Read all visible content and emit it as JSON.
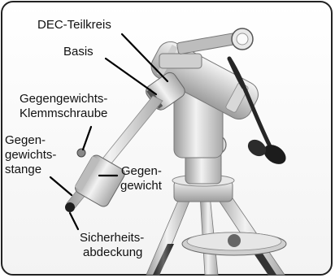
{
  "diagram": {
    "labels": {
      "dec_circle": "DEC-Teilkreis",
      "base": "Basis",
      "cw_lock_screw_line1": "Gegengewichts-",
      "cw_lock_screw_line2": "Klemmschraube",
      "cw_shaft_line1": "Gegen-",
      "cw_shaft_line2": "gewichts-",
      "cw_shaft_line3": "stange",
      "counterweight_line1": "Gegen-",
      "counterweight_line2": "gewicht",
      "safety_cap_line1": "Sicherheits-",
      "safety_cap_line2": "abdeckung"
    }
  }
}
